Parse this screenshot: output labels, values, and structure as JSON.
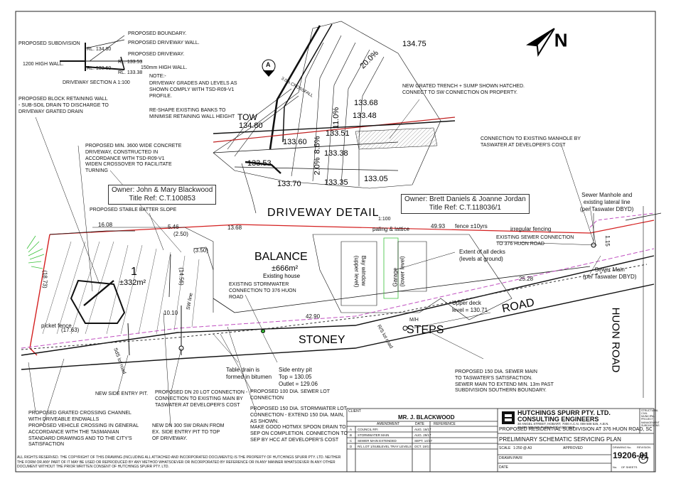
{
  "driveway_section": {
    "title": "DRIVEWAY SECTION A 1:100",
    "proposed_subdivision": "PROPOSED SUBDIVISION",
    "proposed_boundary": "PROPOSED BOUNDARY.",
    "proposed_driveway_wall": "PROPOSED DRIVEWAY WALL.",
    "proposed_driveway": "PROPOSED DRIVEWAY.",
    "high_wall_1200": "1200 HIGH WALL.",
    "high_wall_150": "150mm HIGH WALL.",
    "rl_1": "RL. 134.80",
    "rl_2": "RL. 133.53",
    "rl_3": "RL. 133.60",
    "rl_4": "RL. 133.38",
    "note_title": "NOTE:-",
    "note_1": "DRIVEWAY GRADES AND LEVELS AS\nSHOWN COMPLY WITH TSD-R09-V1\nPROFILE.",
    "note_2": "RE-SHAPE EXISTING BANKS TO\nMINIMISE RETAINING WALL HEIGHT"
  },
  "driveway_detail": {
    "title": "DRIVEWAY DETAIL",
    "scale": "1:100",
    "levels": [
      "134.75",
      "133.68",
      "133.48",
      "133.51",
      "133.60",
      "134.80",
      "133.53",
      "133.38",
      "133.70",
      "133.35",
      "133.05"
    ],
    "grades": [
      "20.0%",
      "11.0%",
      "8.6%",
      "2.0%"
    ],
    "crossfall": "3.0% CROSSFALL",
    "tow": "TOW",
    "section_marker": "A",
    "grated_trench": "NEW GRATED TRENCH + SUMP SHOWN HATCHED.\nCONNECT TO SW CONNECTION ON PROPERTY."
  },
  "annotations": {
    "block_wall": "PROPOSED BLOCK RETAINING WALL\n- SUB-SOIL DRAIN TO DISCHARGE TO\nDRIVEWAY GRATED DRAIN",
    "concrete_driveway": "PROPOSED MIN. 3600 WIDE CONCRETE\nDRIVEWAY, CONSTRUCTED IN\nACCORDANCE WITH TSD-R09-V1\nWIDEN CROSSOVER TO FACILITATE\nTURNING",
    "batter_slope": "PROPOSED STABLE BATTER SLOPE",
    "existing_stormwater": "EXISTING STORMWATER\nCONNECTION TO 376 HUON\nROAD",
    "existing_manhole": "CONNECTION TO EXISTING MANHOLE BY\nTASWATER AT DEVELOPER'S COST",
    "existing_sewer": "EXISTING SEWER CONNECTION\nTO 376 HUON ROAD",
    "extent_decks": "Extent of all decks\n(levels at ground)",
    "sewer_manhole": "Sewer Manhole and\nexisting lateral line\n(per Taswater DBYD)",
    "sewer_main": "Sewer Main\n(per Taswater DBYD)",
    "upper_deck": "Upper deck\nlevel = 130.71",
    "mh": "M/H",
    "sewer_150": "PROPOSED 150 DIA. SEWER MAIN\nTO TASWATER'S SATISFACTION.\nSEWER MAIN TO EXTEND MIN. 13m PAST\nSUBDIVISION SOUTHERN BOUNDARY.",
    "table_drain": "Table drain is\nformed in bitumen",
    "side_entry_pit": "Side entry pit\nTop = 130.05\nOutlet = 129.06",
    "sewer_100": "PROPOSED 100 DIA. SEWER LOT\nCONNECTION",
    "stormwater_150": "PROPOSED 150 DIA. STORMWATER LOT\nCONNECTION - EXTEND 150 DIA. MAIN,\nAS SHOWN.\nMAKE GOOD HOTMIX SPOON DRAIN TO\nSEP ON COMPLETION. CONNECTION TO\nSEP BY HCC AT DEVELOPER'S COST",
    "dn20": "PROPOSED DN 20 LOT CONNECTION -\nCONNECTION TO EXISTING MAIN BY\nTASWATER AT DEVELOPER'S COST",
    "dn300": "NEW DN 300 SW DRAIN FROM\nEX. SIDE ENTRY PIT TO TOP\nOF DRIVEWAY.",
    "new_side_pit": "NEW SIDE ENTRY PIT.",
    "grated_channel": "PROPOSED GRATED CROSSING CHANNEL\nWITH DRIVEABLE ENDWALLS",
    "vehicle_crossing": "PROPOSED VEHICLE CROSSING IN GENERAL\nACCORDANCE WITH THE TASMANIAN\nSTANDARD DRAWINGS AND TO THE CITY'S\nSATISFACTION",
    "picket_fence": "picket fence",
    "paling": "paling & lattice",
    "fence_10": "fence ±10yrs",
    "irregular_fencing": "irregular fencing",
    "bay_window": "Bay window\n(upper level)",
    "garage": "Garage\n(lower level)",
    "sw_line": "SW line",
    "sdr": "SdS lot road",
    "rs": "R/S lot road"
  },
  "owners": {
    "west": "Owner: John & Mary Blackwood\nTitle Ref: C.T.100853",
    "east": "Owner: Brett Daniels & Joanne Jordan\nTitle Ref: C.T.118036/1"
  },
  "lots": {
    "balance_label": "BALANCE",
    "balance_area": "±666m²",
    "balance_house": "Existing house",
    "lot1_label": "1",
    "lot1_area": "±332m²"
  },
  "dimensions": [
    "16.08",
    "5.46",
    "(2.50)",
    "13.68",
    "49.93",
    "42.90",
    "25.28",
    "(3.50)",
    "(14.56)",
    "(17.63)",
    "(18.73)",
    "1.15",
    "10.10"
  ],
  "roads": {
    "stoney": "STONEY",
    "steps": "STEPS",
    "road": "ROAD",
    "huon": "HUON ROAD"
  },
  "footer": {
    "rights": "ALL RIGHTS RESERVED. THE COPYRIGHT OF THIS DRAWING (INCLUDING ALL ATTACHED AND INCORPORATED DOCUMENTS) IS THE PROPERTY OF HUTCHINGS SPURR PTY. LTD. NEITHER\nTHE FORM OR ANY PART OF IT MAY BE USED OR REPRODUCED BY ANY METHOD WHATSOEVER OR INCORPORATED BY REFERENCE OR IN ANY MANNER WHATSOEVER IN ANY OTHER\nDOCUMENT WITHOUT THE PRIOR WRITTEN CONSENT OF HUTCHINGS SPURR PTY. LTD.",
    "client_label": "CLIENT",
    "client": "MR. J. BLACKWOOD",
    "amendment_header": "AMENDMENT",
    "date_header": "DATE",
    "reference": "REFERENCE",
    "amendments": [
      {
        "no": "A",
        "text": "COUNCIL RFI",
        "date": "AUG. 16/17"
      },
      {
        "no": "B",
        "text": "STORMWATER MAIN",
        "date": "AUG. 29/17"
      },
      {
        "no": "C",
        "text": "SEWER MAIN EXTENDED",
        "date": "SEPT. 14/17"
      },
      {
        "no": "D",
        "text": "R/L LOT 1/SUBLEVEL TRAY LEVELS",
        "date": "OCT. 19/17"
      }
    ],
    "company": "HUTCHINGS SPURR PTY. LTD.",
    "company_2": "CONSULTING ENGINEERS",
    "company_addr": "30 ANGEL STREET, HOBART, 7000 A.C.N. 009 508 525, A.B.N.\n39 009 508 525 PHONE (03) 6223 5020",
    "disciplines": "STRUCTURAL\nCIVIL\nMUNICIPAL\nPROJECT\nMANAGEMENT\nSUBDIVISIONS",
    "project": "PROPOSED RESIDENTIAL SUBDIVISION AT 376 HUON ROAD, SOU",
    "sheet_title": "PRELIMINARY SCHEMATIC SERVICING PLAN",
    "scale_label": "SCALE",
    "scale": "1:250 @ A3",
    "approved": "APPROVED",
    "drawn_label": "DRAWN",
    "drawn": "PAVR",
    "date_label": "DATE",
    "drawing_no_label": "DRAWING No.",
    "revision_label": "REVISION",
    "drawing_no": "19206-01",
    "revision": "D",
    "sheets": "No.     OF SHEETS"
  },
  "colors": {
    "boundary": "#d42020",
    "sewer": "#c050c0",
    "stormwater": "#303030",
    "vegetation": "#38c038",
    "outline": "#1a1a1a"
  }
}
